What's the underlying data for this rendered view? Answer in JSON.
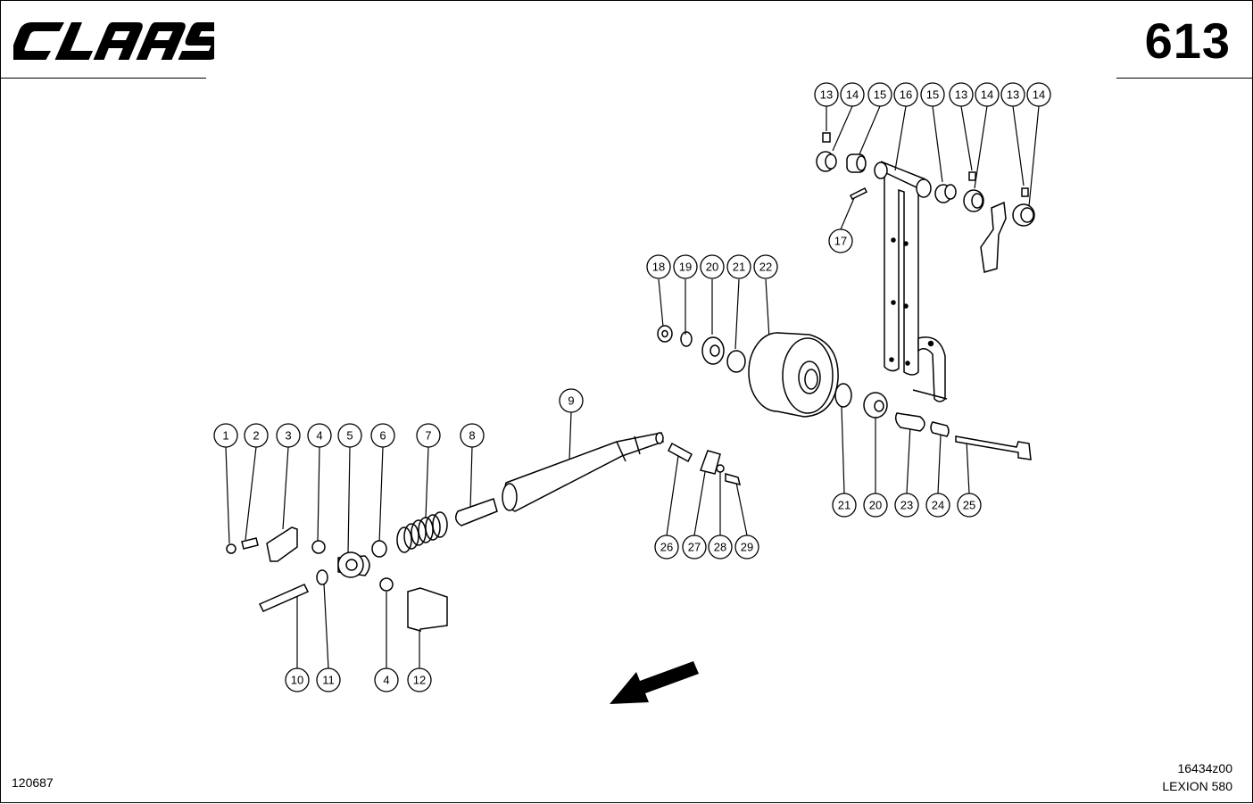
{
  "header": {
    "brand": "CLAAS",
    "page_number": "613"
  },
  "footer": {
    "left_code": "120687",
    "drawing_code": "16434z00",
    "model": "LEXION 580"
  },
  "callouts": [
    {
      "label": "13"
    },
    {
      "label": "14"
    },
    {
      "label": "15"
    },
    {
      "label": "16"
    },
    {
      "label": "15"
    },
    {
      "label": "13"
    },
    {
      "label": "14"
    },
    {
      "label": "13"
    },
    {
      "label": "14"
    },
    {
      "label": "17"
    },
    {
      "label": "18"
    },
    {
      "label": "19"
    },
    {
      "label": "20"
    },
    {
      "label": "21"
    },
    {
      "label": "22"
    },
    {
      "label": "9"
    },
    {
      "label": "1"
    },
    {
      "label": "2"
    },
    {
      "label": "3"
    },
    {
      "label": "4"
    },
    {
      "label": "5"
    },
    {
      "label": "6"
    },
    {
      "label": "7"
    },
    {
      "label": "8"
    },
    {
      "label": "26"
    },
    {
      "label": "27"
    },
    {
      "label": "28"
    },
    {
      "label": "29"
    },
    {
      "label": "21"
    },
    {
      "label": "20"
    },
    {
      "label": "23"
    },
    {
      "label": "24"
    },
    {
      "label": "25"
    },
    {
      "label": "10"
    },
    {
      "label": "11"
    },
    {
      "label": "4"
    },
    {
      "label": "12"
    }
  ]
}
